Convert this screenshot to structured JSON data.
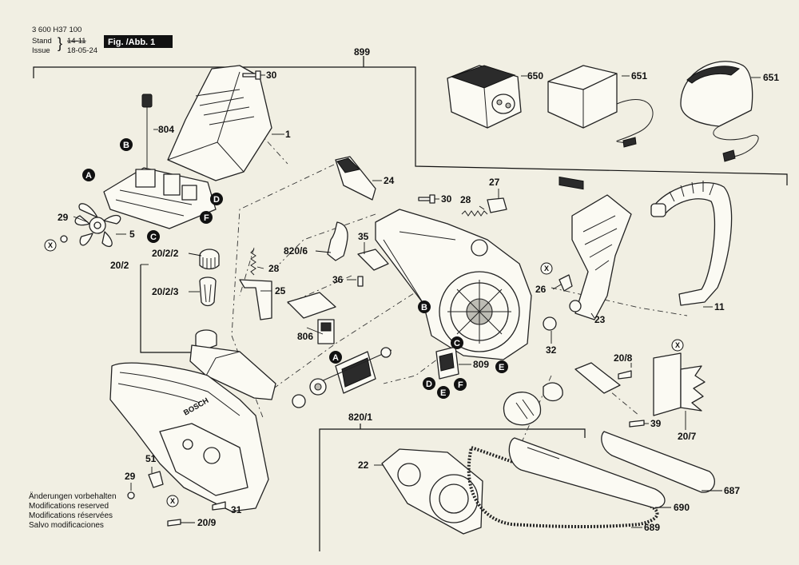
{
  "header": {
    "part_number": "3 600 H37 100",
    "stand_label": "Stand",
    "issue_label": "Issue",
    "stand_value": "14-11",
    "issue_value": "18-05-24",
    "figure_label": "Fig. /Abb. 1"
  },
  "footnote": {
    "lines": [
      "Änderungen vorbehalten",
      "Modifications reserved",
      "Modifications réservées",
      "Salvo modificaciones"
    ]
  },
  "callouts": {
    "c899": "899",
    "c30a": "30",
    "c650": "650",
    "c651a": "651",
    "c651b": "651",
    "c1": "1",
    "c804": "804",
    "c24": "24",
    "c30b": "30",
    "c28a": "28",
    "c27": "27",
    "c29a": "29",
    "c5": "5",
    "c20_2": "20/2",
    "c20_2_2": "20/2/2",
    "c20_2_3": "20/2/3",
    "c820_6": "820/6",
    "c35": "35",
    "c28b": "28",
    "c36": "36",
    "c25": "25",
    "c806": "806",
    "c26": "26",
    "c11": "11",
    "c23": "23",
    "c32": "32",
    "c809": "809",
    "c20_8": "20/8",
    "c39": "39",
    "c20_7": "20/7",
    "c820_1": "820/1",
    "c22": "22",
    "c687": "687",
    "c690": "690",
    "c689": "689",
    "c51": "51",
    "c29b": "29",
    "c31": "31",
    "c20_9": "20/9"
  },
  "markers": {
    "A": "A",
    "B": "B",
    "C": "C",
    "D": "D",
    "E": "E",
    "F": "F",
    "X": "X"
  }
}
